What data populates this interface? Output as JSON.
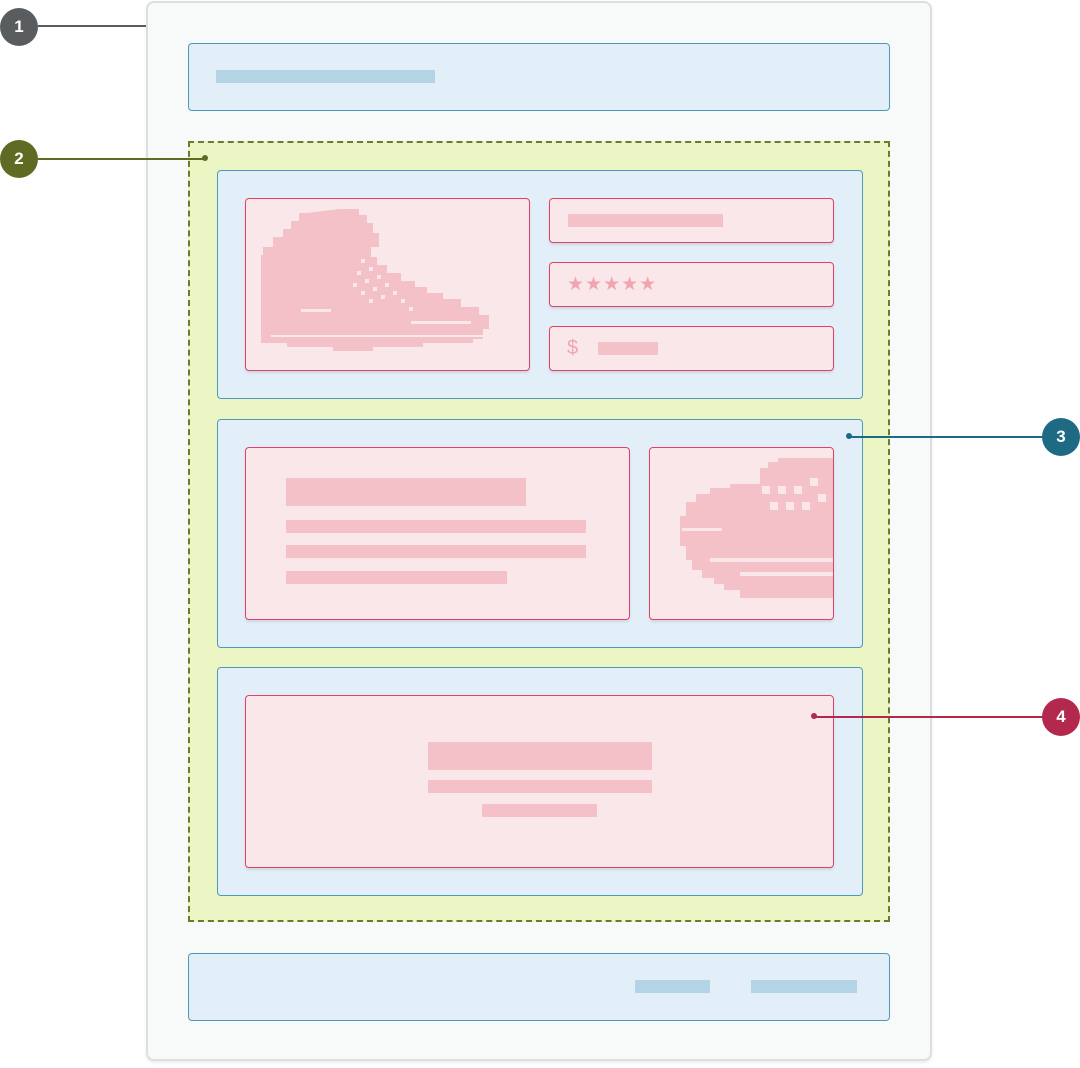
{
  "callouts": [
    {
      "number": "1",
      "color": "#5a5d60"
    },
    {
      "number": "2",
      "color": "#5f6b22"
    },
    {
      "number": "3",
      "color": "#1e6a85"
    },
    {
      "number": "4",
      "color": "#b3294d"
    }
  ],
  "product": {
    "rating_stars": "★★★★★",
    "currency_symbol": "$",
    "image_icon": "sneaker-icon"
  },
  "colors": {
    "page_bg": "#f8f9f9",
    "section_blue": "#e3eff8",
    "section_border": "#4c9ab6",
    "content_pink": "#fae7ea",
    "content_border": "#e0416a",
    "placeholder_pink": "#f4c1c8",
    "placeholder_blue": "#b3d4e5",
    "main_green": "#ebf6c4"
  }
}
